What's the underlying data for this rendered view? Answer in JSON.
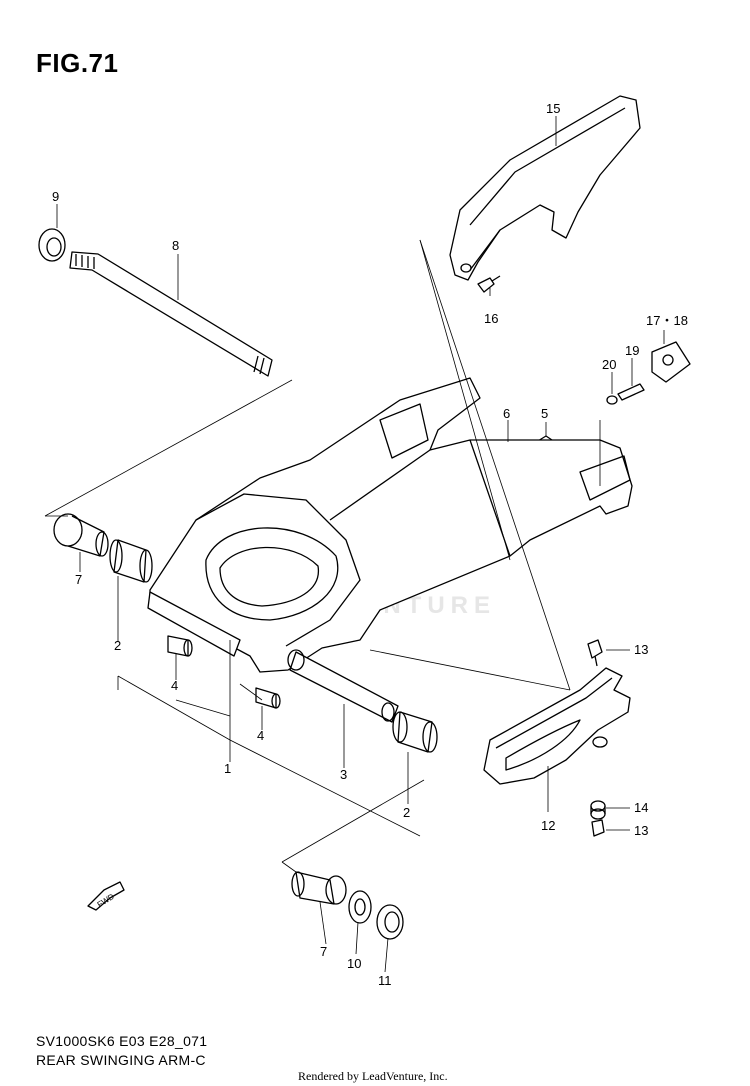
{
  "figure": {
    "title": "FIG.71",
    "model_code": "SV1000SK6 E03 E28_071",
    "name": "REAR SWINGING ARM-C",
    "credit": "Rendered by LeadVenture, Inc.",
    "watermark": "LEADVENTURE",
    "fwd_label": "FWD"
  },
  "callouts": [
    {
      "id": "c15",
      "text": "15"
    },
    {
      "id": "c9",
      "text": "9"
    },
    {
      "id": "c8",
      "text": "8"
    },
    {
      "id": "c16",
      "text": "16"
    },
    {
      "id": "c17",
      "text": "17・18"
    },
    {
      "id": "c20",
      "text": "20"
    },
    {
      "id": "c19",
      "text": "19"
    },
    {
      "id": "c6",
      "text": "6"
    },
    {
      "id": "c5",
      "text": "5"
    },
    {
      "id": "c7a",
      "text": "7"
    },
    {
      "id": "c2a",
      "text": "2"
    },
    {
      "id": "c4a",
      "text": "4"
    },
    {
      "id": "c4b",
      "text": "4"
    },
    {
      "id": "c13a",
      "text": "13"
    },
    {
      "id": "c1",
      "text": "1"
    },
    {
      "id": "c3",
      "text": "3"
    },
    {
      "id": "c2b",
      "text": "2"
    },
    {
      "id": "c14",
      "text": "14"
    },
    {
      "id": "c12",
      "text": "12"
    },
    {
      "id": "c13b",
      "text": "13"
    },
    {
      "id": "c7b",
      "text": "7"
    },
    {
      "id": "c10",
      "text": "10"
    },
    {
      "id": "c11",
      "text": "11"
    }
  ]
}
